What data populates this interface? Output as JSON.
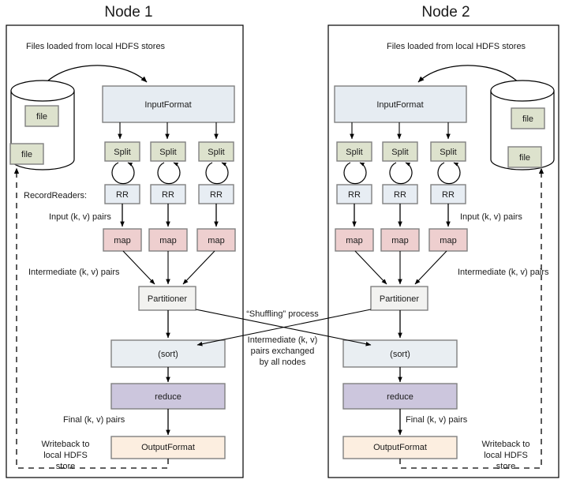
{
  "diagram": {
    "title_node1": "Node 1",
    "title_node2": "Node 2",
    "colors": {
      "inputformat": "#e6ecf2",
      "split": "#dde2cd",
      "rr": "#e7edf3",
      "map": "#eecfcf",
      "partitioner": "#f2f2f0",
      "sort": "#e9eef2",
      "reduce": "#ccc6dd",
      "outputformat": "#fceee0",
      "file": "#dde2cd",
      "stroke": "#808080",
      "line": "#000000",
      "background": "#ffffff"
    }
  },
  "node1": {
    "title": "Node 1",
    "caption_top": "Files loaded from local HDFS stores",
    "inputformat": "InputFormat",
    "splits": [
      "Split",
      "Split",
      "Split"
    ],
    "recordreaders": [
      "RR",
      "RR",
      "RR"
    ],
    "maps": [
      "map",
      "map",
      "map"
    ],
    "partitioner": "Partitioner",
    "sort": "(sort)",
    "reduce": "reduce",
    "outputformat": "OutputFormat",
    "store_files": [
      "file",
      "file"
    ],
    "label_recordreaders": "RecordReaders:",
    "label_input_pairs": "Input (k, v) pairs",
    "label_intermediate_pairs": "Intermediate (k, v) pairs",
    "label_final_pairs": "Final (k, v) pairs",
    "label_writeback": [
      "Writeback to",
      "local HDFS",
      "store"
    ]
  },
  "node2": {
    "title": "Node 2",
    "caption_top": "Files loaded from local HDFS stores",
    "inputformat": "InputFormat",
    "splits": [
      "Split",
      "Split",
      "Split"
    ],
    "recordreaders": [
      "RR",
      "RR",
      "RR"
    ],
    "maps": [
      "map",
      "map",
      "map"
    ],
    "partitioner": "Partitioner",
    "sort": "(sort)",
    "reduce": "reduce",
    "outputformat": "OutputFormat",
    "store_files": [
      "file",
      "file"
    ],
    "label_input_pairs": "Input (k, v) pairs",
    "label_intermediate_pairs": "Intermediate (k, v) pairs",
    "label_final_pairs": "Final (k, v) pairs",
    "label_writeback": [
      "Writeback to",
      "local HDFS",
      "store"
    ]
  },
  "shuffle": {
    "title": "“Shuffling” process",
    "desc_line1": "Intermediate (k, v)",
    "desc_line2": "pairs exchanged",
    "desc_line3": "by all nodes"
  }
}
